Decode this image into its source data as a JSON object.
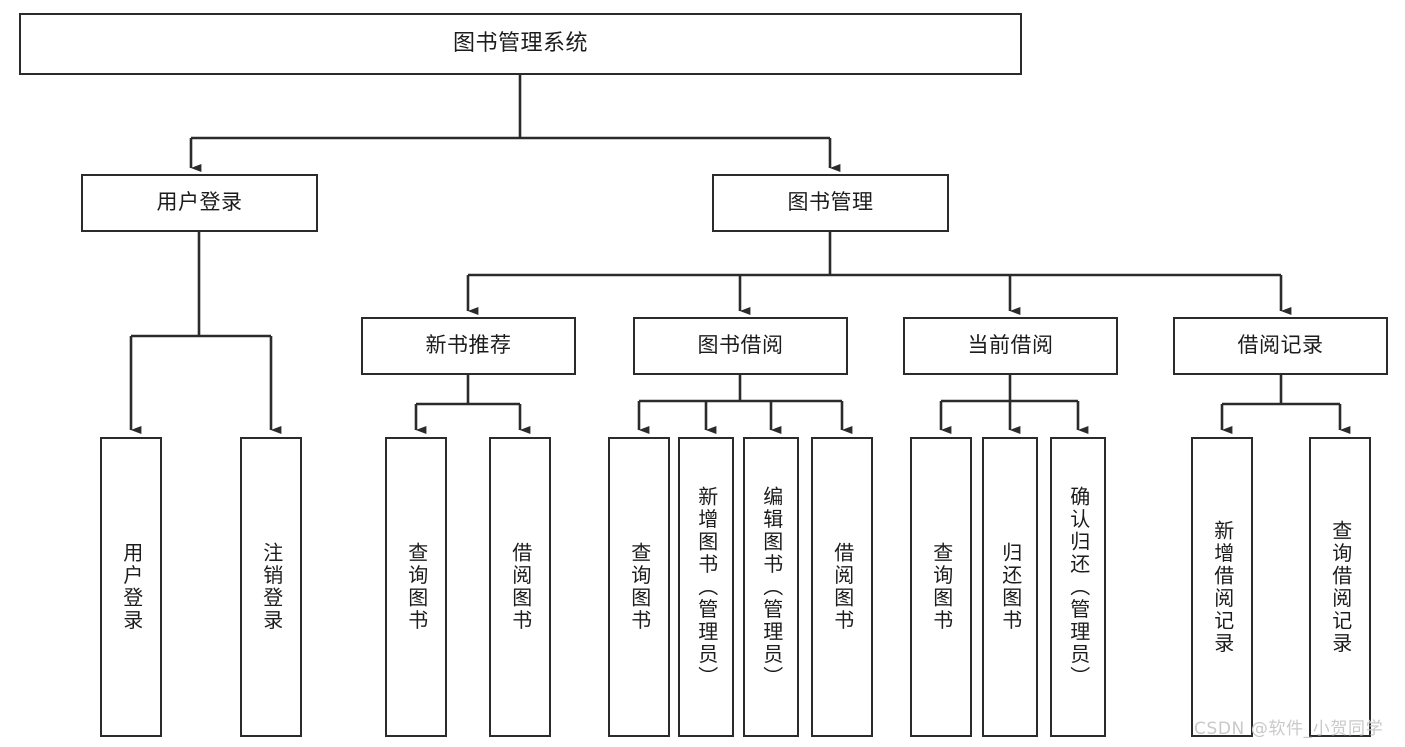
{
  "diagram": {
    "title": "图书管理系统",
    "type": "tree-hierarchy-diagram",
    "colors": {
      "box_border": "#2b2b2b",
      "box_fill": "#ffffff",
      "connector": "#2b2b2b",
      "text": "#1c1c1c",
      "watermark": "#c9c9c9",
      "background": "#ffffff"
    },
    "root": {
      "label": "图书管理系统"
    },
    "level2": [
      {
        "id": "user-login",
        "label": "用户登录"
      },
      {
        "id": "book-manage",
        "label": "图书管理"
      }
    ],
    "level3": [
      {
        "id": "new-book-rec",
        "label": "新书推荐"
      },
      {
        "id": "book-borrow",
        "label": "图书借阅"
      },
      {
        "id": "current-borrow",
        "label": "当前借阅"
      },
      {
        "id": "borrow-record",
        "label": "借阅记录"
      }
    ],
    "leaves": {
      "user_login": [
        {
          "id": "leaf-user-login",
          "label": "用户登录"
        },
        {
          "id": "leaf-logout",
          "label": "注销登录"
        }
      ],
      "new_book_rec": [
        {
          "id": "leaf-query-book-1",
          "label": "查询图书"
        },
        {
          "id": "leaf-borrow-book-1",
          "label": "借阅图书"
        }
      ],
      "book_borrow": [
        {
          "id": "leaf-query-book-2",
          "label": "查询图书"
        },
        {
          "id": "leaf-add-book",
          "label": "新增图书（管理员）"
        },
        {
          "id": "leaf-edit-book",
          "label": "编辑图书（管理员）"
        },
        {
          "id": "leaf-borrow-book-2",
          "label": "借阅图书"
        }
      ],
      "current_borrow": [
        {
          "id": "leaf-query-book-3",
          "label": "查询图书"
        },
        {
          "id": "leaf-return-book",
          "label": "归还图书"
        },
        {
          "id": "leaf-confirm-return",
          "label": "确认归还（管理员）"
        }
      ],
      "borrow_record": [
        {
          "id": "leaf-add-record",
          "label": "新增借阅记录"
        },
        {
          "id": "leaf-query-record",
          "label": "查询借阅记录"
        }
      ]
    }
  },
  "watermark": {
    "text": "CSDN @软件_小贺同学"
  }
}
